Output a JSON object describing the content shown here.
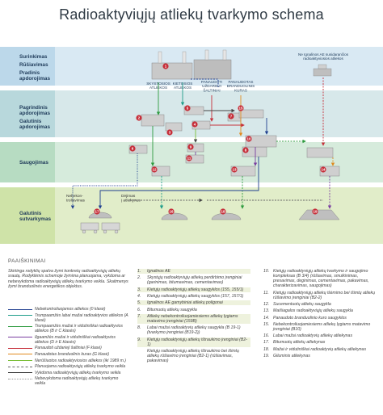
{
  "title": "Radioaktyviųjų atliekų tvarkymo schema",
  "stages": [
    {
      "id": "surinkimas",
      "label": "Surinkimas"
    },
    {
      "id": "rusiavimas",
      "label": "Rūšiavimas"
    },
    {
      "id": "pradinis",
      "label_lines": [
        "Pradinis",
        "apdorojimas"
      ]
    },
    {
      "id": "pagrindinis",
      "label_lines": [
        "Pagrindinis",
        "apdorojimas"
      ]
    },
    {
      "id": "galutinis_apd",
      "label_lines": [
        "Galutinis",
        "apdorojimas"
      ]
    },
    {
      "id": "saugojimas",
      "label": "Saugojimas"
    },
    {
      "id": "galutinis_sut",
      "label_lines": [
        "Galutinis",
        "sutvarkymas"
      ]
    }
  ],
  "sources": [
    {
      "label_lines": [
        "SKYSTOSIOS",
        "ATLIEKOS"
      ]
    },
    {
      "label_lines": [
        "KIETOSIOS",
        "ATLIEKOS"
      ]
    },
    {
      "label_lines": [
        "PANAUDOTI",
        "UŽDARIEJI",
        "ŠALTINIAI"
      ]
    },
    {
      "label_lines": [
        "PANAUDOTAS",
        "BRANDUOLINIS",
        "KURAS"
      ]
    }
  ],
  "external_source": {
    "label_lines": [
      "Ne Ignalinos AE susidarančios",
      "radioaktyviosios atliekos"
    ]
  },
  "trench_labels": {
    "nebekontroliuojamos": {
      "label_lines": [
        "Nebekon-",
        "troliavimas"
      ]
    },
    "dejimas": {
      "label_lines": [
        "Dėjimas",
        "į atliekynus"
      ]
    }
  },
  "node_numbers": [
    "1",
    "2",
    "3",
    "4",
    "5",
    "6",
    "7",
    "8",
    "9",
    "10",
    "11",
    "12",
    "13",
    "14",
    "15",
    "16",
    "17",
    "18",
    "19"
  ],
  "legend": {
    "heading": "PAAIŠKINIMAI",
    "intro": "Skirtinga rodyklių spalva žymi konkretų radioaktyviųjų atliekų srautą. Rodyklėmis schemoje žymima planuojama, vykdoma ar nebevykdoma radioaktyviųjų atliekų tvarkymo veikla. Skaitmenys žymi branduolinės energetikos objektus.",
    "lines": [
      {
        "label": "Nebekontroliuojamos atliekos (0 klasė)",
        "color": "#1f3f8f",
        "style": "solid"
      },
      {
        "label": "Trumpaamžės labai mažai radioaktyvios atliekos (A klasė)",
        "color": "#1f9d8a",
        "style": "solid"
      },
      {
        "label": "Trumpaamžės mažai ir vidutiniškai radioaktyvios atliekos (B ir C klasės)",
        "color": "#2e9b3f",
        "style": "solid"
      },
      {
        "label": "Ilgaamžės mažai ir vidutiniškai radioaktyvios atliekos (D ir E klasės)",
        "color": "#7a3fa0",
        "style": "solid"
      },
      {
        "label": "Panaudoti uždarieji šaltiniai (F klasė)",
        "color": "#c62f3a",
        "style": "solid"
      },
      {
        "label": "Panaudotas branduolinis kuras (G klasė)",
        "color": "#e08a1e",
        "style": "solid"
      },
      {
        "label": "Nerūšiuotos radioaktyviosios atliekos (iki 1989 m.)",
        "color": "#7cbf3a",
        "style": "solid"
      },
      {
        "label": "Planuojama radioaktyviųjų atliekų tvarkymo veikla",
        "color": "#666666",
        "style": "dashed"
      },
      {
        "label": "Vykdoma radioaktyviųjų atliekų tvarkymo veikla",
        "color": "#333333",
        "style": "solid"
      },
      {
        "label": "Nebevykdoma radioaktyviųjų atliekų tvarkymo veikla",
        "color": "#999999",
        "style": "dotted"
      }
    ]
  },
  "objects_col1": [
    {
      "num": "1.",
      "text": "Ignalinos AE",
      "shaded": true
    },
    {
      "num": "2.",
      "text": "Skystųjų radioaktyviųjų atliekų perdirbimo įrenginiai (garinimas, bitumavimas, cementavimas)",
      "shaded": false
    },
    {
      "num": "3.",
      "text": "Kietųjų radioaktyviųjų atliekų saugyklos (155, 155/1)",
      "shaded": true
    },
    {
      "num": "4.",
      "text": "Kietųjų radioaktyviųjų atliekų saugyklos (157, 157/1)",
      "shaded": false
    },
    {
      "num": "5.",
      "text": "Ignalinos AE gamybiniai atliekų poligonai",
      "shaded": true
    },
    {
      "num": "6.",
      "text": "Bitumuotų atliekų saugykla",
      "shaded": false
    },
    {
      "num": "7.",
      "text": "Atliekų nebekontroliuojamiesiems atliekų lygiams matavimo įrenginiai (159B)",
      "shaded": true
    },
    {
      "num": "8.",
      "text": "Labai mažai radioaktyvių atliekų saugykla (B 19-1) (tvarkymo įrenginiai (B19-2))",
      "shaded": false
    },
    {
      "num": "9.",
      "text": "Kietųjų radioaktyviųjų atliekų ištraukimo įrenginiai (B2-1)",
      "shaded": true
    },
    {
      "num": "",
      "text": "Kietųjų radioaktyviųjų atliekų ištraukimo bei išimtų atliekų rūšiavimo įrenginiai (B2-1) (rūšiavimas, pakavimas)",
      "shaded": false
    }
  ],
  "objects_col2": [
    {
      "num": "10.",
      "text": "Kietųjų radioaktyviųjų atliekų tvarkymo ir saugojimo kompleksas (B 3/4) (rūšiavimas, smulkinimas, presavimas, deginimas, cementavimas, pakavimas, charakterizavimas, saugojimas)"
    },
    {
      "num": "11.",
      "text": "Kietųjų radioaktyviųjų atliekų išėmimo bei išimtų atliekų rūšiavimo įrenginiai (B2-2)"
    },
    {
      "num": "12.",
      "text": "Sucementuotų atliekų saugykla"
    },
    {
      "num": "13.",
      "text": "Maišiagalos radioaktyviųjų atliekų saugykla"
    },
    {
      "num": "14.",
      "text": "Panaudoto branduolinio kuro saugyklos"
    },
    {
      "num": "15.",
      "text": "Nebekontroliuojamiesiems atliekų lygiams matavimo įrenginiai (B10)"
    },
    {
      "num": "16.",
      "text": "Labai mažai radioaktyvių atliekų atliekynas"
    },
    {
      "num": "17.",
      "text": "Bitumuotų atliekų atliekynas"
    },
    {
      "num": "18.",
      "text": "Mažai ir vidutiniškai radioaktyvių atliekų atliekynas"
    },
    {
      "num": "19.",
      "text": "Giluminis atliekynas"
    }
  ]
}
